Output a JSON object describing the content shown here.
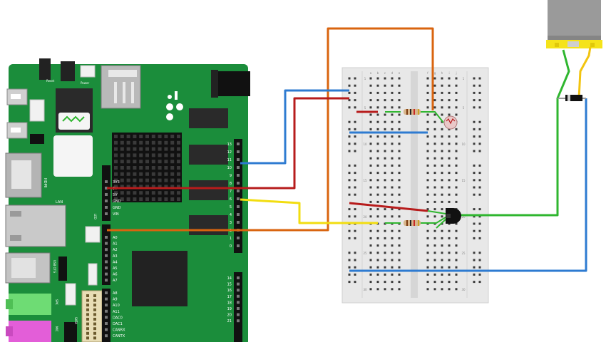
{
  "board": {
    "left_header_pins": [
      "3V3",
      "5V",
      "5V",
      "GND",
      "GND",
      "VIN"
    ],
    "analog_pins": [
      "A0",
      "A1",
      "A2",
      "A3",
      "A4",
      "A5",
      "A6",
      "A7"
    ],
    "analog_pins_b": [
      "A8",
      "A9",
      "A10",
      "A11",
      "DAC0",
      "DAC1",
      "CANRX",
      "CANTX"
    ],
    "digital_pins": [
      "13",
      "12",
      "11",
      "10",
      "9",
      "8",
      "7",
      "6",
      "5",
      "4",
      "3",
      "2",
      "1",
      "0"
    ],
    "digital_pins_b": [
      "14",
      "15",
      "16",
      "17",
      "18",
      "19",
      "20",
      "21"
    ],
    "labels": {
      "hdmi": "HDMI",
      "lan": "LAN",
      "usb_otg": "USB OTG",
      "spk": "SPK",
      "mic": "MIC",
      "reset": "Reset",
      "power": "Power",
      "sata": "SATA",
      "jtag": "JTAG",
      "led": "LED"
    }
  },
  "breadboard": {
    "columns": [
      "a",
      "b",
      "c",
      "d",
      "e",
      "f",
      "g",
      "h",
      "i",
      "j"
    ],
    "row_numbers": [
      "1",
      "5",
      "10",
      "15",
      "20",
      "25",
      "30"
    ]
  },
  "colors": {
    "board": "#1b8d3b",
    "orange_wire": "#d9640f",
    "blue_wire": "#2e7bd1",
    "red_wire": "#b71c1c",
    "yellow_wire": "#f2dd10",
    "green_wire": "#2fb62f",
    "breadboard": "#e8e8e8",
    "motor_clamp": "#f5e31a"
  }
}
